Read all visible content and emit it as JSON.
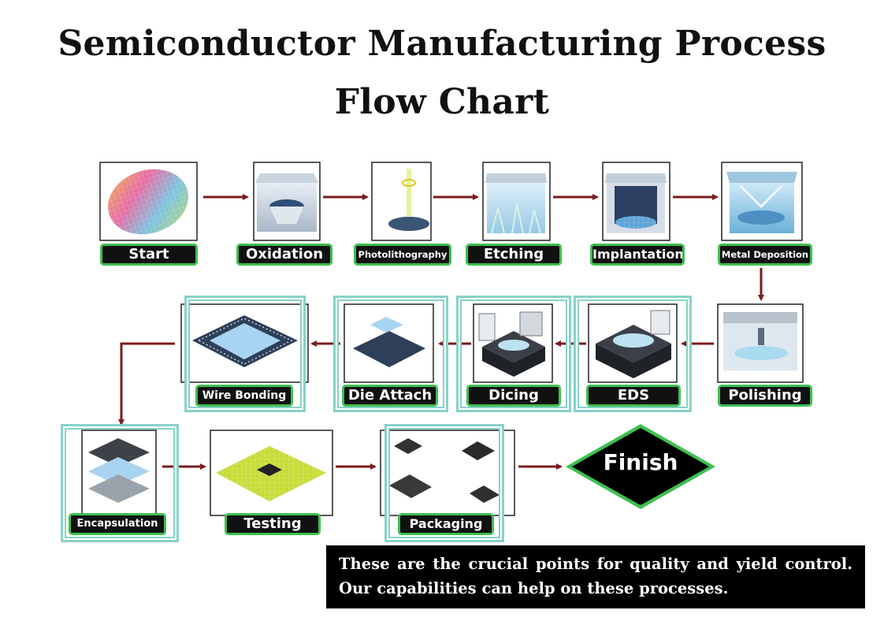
{
  "title": {
    "line1": "Semiconductor Manufacturing Process",
    "line2": "Flow Chart"
  },
  "steps": [
    {
      "label": "Start",
      "icon": "wafer-icon"
    },
    {
      "label": "Oxidation",
      "icon": "oxidation-chamber-icon"
    },
    {
      "label": "Photolithography",
      "icon": "photolithography-beam-icon"
    },
    {
      "label": "Etching",
      "icon": "etching-chamber-icon"
    },
    {
      "label": "Implantation",
      "icon": "implantation-chamber-icon"
    },
    {
      "label": "Metal Deposition",
      "icon": "metal-deposition-chamber-icon"
    },
    {
      "label": "Polishing",
      "icon": "polishing-machine-icon"
    },
    {
      "label": "EDS",
      "icon": "eds-prober-icon"
    },
    {
      "label": "Dicing",
      "icon": "dicing-saw-icon"
    },
    {
      "label": "Die Attach",
      "icon": "die-on-substrate-icon"
    },
    {
      "label": "Wire Bonding",
      "icon": "wire-bonded-chip-icon"
    },
    {
      "label": "Encapsulation",
      "icon": "package-layers-icon"
    },
    {
      "label": "Testing",
      "icon": "circuit-board-icon"
    },
    {
      "label": "Packaging",
      "icon": "packaged-chips-icon"
    }
  ],
  "finish": {
    "label": "Finish"
  },
  "note": "These are the crucial points for quality and yield control. Our capabilities can help on these processes.",
  "colors": {
    "arrow": "#7a1c1c",
    "label_bg": "#111111",
    "label_glow": "#3fbf4f",
    "highlight": "#86d3c8",
    "finish_fill": "#000000",
    "finish_glow": "#3fbf4f"
  }
}
